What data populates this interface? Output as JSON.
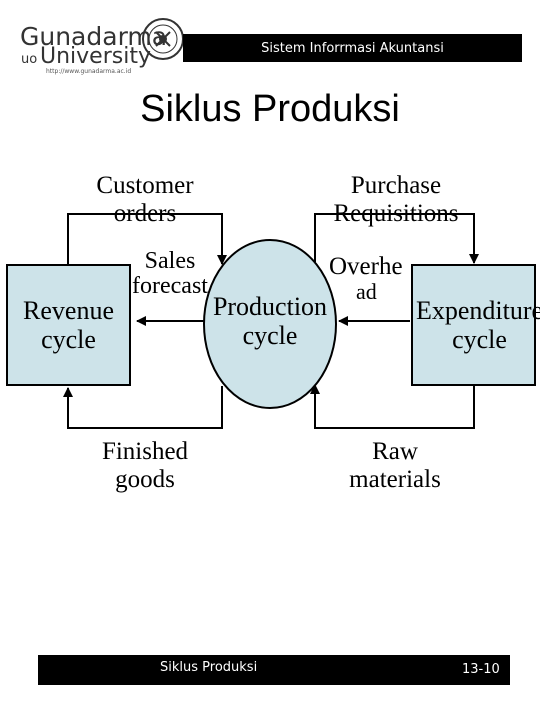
{
  "header": {
    "logo_line1": "Gunadarma",
    "logo_uo": "uo",
    "logo_line2": "University",
    "logo_url": "http://www.gunadarma.ac.id",
    "bar_text": "Sistem Inforrmasi Akuntansi"
  },
  "slide": {
    "title": "Siklus Produksi"
  },
  "diagram": {
    "revenue_line1": "Revenue",
    "revenue_line2": "cycle",
    "production_line1": "Production",
    "production_line2": "cycle",
    "expenditure_line1": "Expenditure",
    "expenditure_line2": "cycle",
    "customer_orders_line1": "Customer",
    "customer_orders_line2": "orders",
    "sales_forecast_line1": "Sales",
    "sales_forecast_line2": "forecast",
    "finished_goods_line1": "Finished",
    "finished_goods_line2": "goods",
    "purchase_req_line1": "Purchase",
    "purchase_req_line2": "Requisitions",
    "overhead_line1": "Overhe",
    "overhead_line2": "ad",
    "raw_materials_line1": "Raw",
    "raw_materials_line2": "materials",
    "colors": {
      "box_fill": "#cde3e9",
      "stroke": "#000000"
    }
  },
  "footer": {
    "left_text": "Siklus Produksi",
    "page_number": "13-10"
  }
}
